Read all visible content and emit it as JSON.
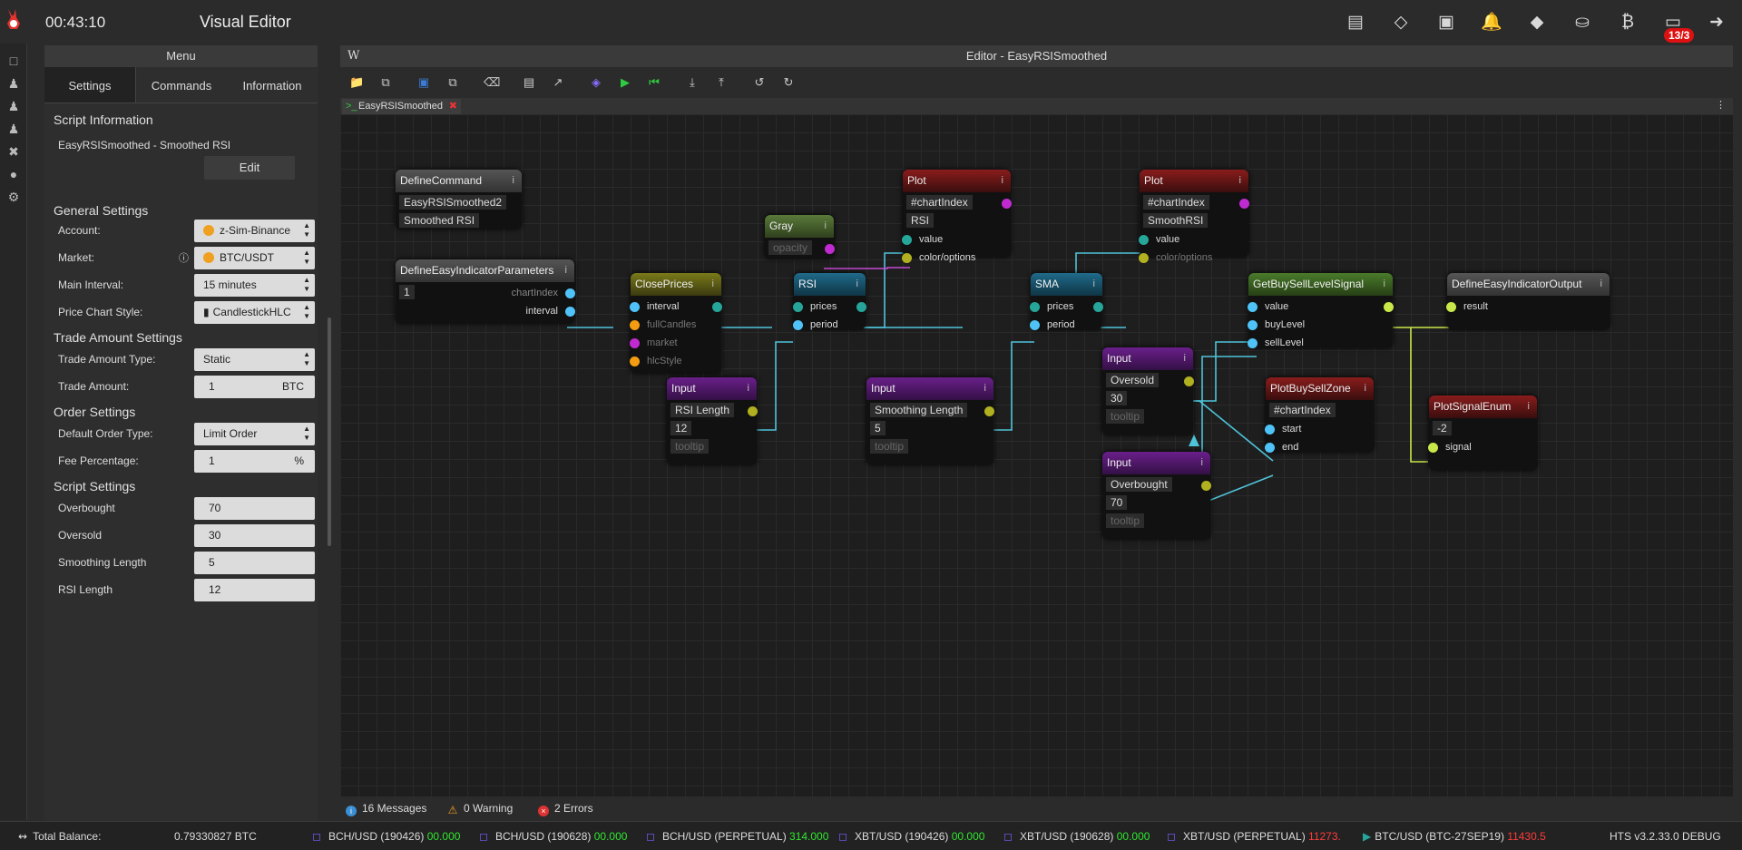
{
  "top": {
    "clock": "00:43:10",
    "title": "Visual Editor",
    "badge": "13/3",
    "icons": [
      "map-icon",
      "ticket-icon",
      "frame-icon",
      "bell-icon",
      "tag-icon",
      "coins-icon",
      "bitcoin-refresh-icon",
      "inbox-icon",
      "logout-icon"
    ]
  },
  "menu": {
    "header": "Menu",
    "tabs": [
      "Settings",
      "Commands",
      "Information"
    ],
    "script_info_title": "Script Information",
    "script_name": "EasyRSISmoothed - Smoothed RSI",
    "edit_label": "Edit",
    "general_title": "General Settings",
    "account_label": "Account:",
    "account_value": "z-Sim-Binance",
    "market_label": "Market:",
    "market_value": "BTC/USDT",
    "interval_label": "Main Interval:",
    "interval_value": "15 minutes",
    "chartstyle_label": "Price Chart Style:",
    "chartstyle_value": "CandlestickHLC",
    "trade_title": "Trade Amount Settings",
    "trade_type_label": "Trade Amount Type:",
    "trade_type_value": "Static",
    "trade_amount_label": "Trade Amount:",
    "trade_amount_value": "1",
    "trade_amount_unit": "BTC",
    "order_title": "Order Settings",
    "order_type_label": "Default Order Type:",
    "order_type_value": "Limit Order",
    "fee_label": "Fee Percentage:",
    "fee_value": "1",
    "fee_unit": "%",
    "script_settings_title": "Script Settings",
    "overbought_label": "Overbought",
    "overbought_value": "70",
    "oversold_label": "Oversold",
    "oversold_value": "30",
    "smoothing_label": "Smoothing Length",
    "smoothing_value": "5",
    "rsi_label": "RSI Length",
    "rsi_value": "12"
  },
  "editor": {
    "w": "W",
    "title": "Editor - EasyRSISmoothed",
    "tab": "EasyRSISmoothed"
  },
  "nodes": {
    "definecommand": {
      "title": "DefineCommand",
      "v1": "EasyRSISmoothed2",
      "v2": "Smoothed RSI"
    },
    "defineeasy": {
      "title": "DefineEasyIndicatorParameters",
      "v1": "1",
      "p1": "chartIndex",
      "p2": "interval"
    },
    "closeprices": {
      "title": "ClosePrices",
      "p1": "interval",
      "p2": "fullCandles",
      "p3": "market",
      "p4": "hlcStyle"
    },
    "gray": {
      "title": "Gray",
      "v1": "opacity"
    },
    "plot1": {
      "title": "Plot",
      "v1": "#chartIndex",
      "v2": "RSI",
      "p1": "value",
      "p2": "color/options"
    },
    "rsi": {
      "title": "RSI",
      "p1": "prices",
      "p2": "period"
    },
    "input_rsi": {
      "title": "Input",
      "v1": "RSI Length",
      "v2": "12",
      "v3": "tooltip"
    },
    "sma": {
      "title": "SMA",
      "p1": "prices",
      "p2": "period"
    },
    "input_smooth": {
      "title": "Input",
      "v1": "Smoothing Length",
      "v2": "5",
      "v3": "tooltip"
    },
    "plot2": {
      "title": "Plot",
      "v1": "#chartIndex",
      "v2": "SmoothRSI",
      "p1": "value",
      "p2": "color/options"
    },
    "gbs": {
      "title": "GetBuySellLevelSignal",
      "p1": "value",
      "p2": "buyLevel",
      "p3": "sellLevel"
    },
    "input_os": {
      "title": "Input",
      "v1": "Oversold",
      "v2": "30",
      "v3": "tooltip"
    },
    "input_ob": {
      "title": "Input",
      "v1": "Overbought",
      "v2": "70",
      "v3": "tooltip"
    },
    "pbsz": {
      "title": "PlotBuySellZone",
      "v1": "#chartIndex",
      "p1": "start",
      "p2": "end"
    },
    "deo": {
      "title": "DefineEasyIndicatorOutput",
      "p1": "result"
    },
    "pse": {
      "title": "PlotSignalEnum",
      "v1": "-2",
      "p1": "signal"
    }
  },
  "status": {
    "messages": "16 Messages",
    "warnings": "0 Warning",
    "errors": "2 Errors"
  },
  "bottom": {
    "balance_label": "Total Balance:",
    "balance_value": "0.79330827 BTC",
    "tickers": [
      {
        "name": "BCH/USD (190426)",
        "value": "00.000"
      },
      {
        "name": "BCH/USD (190628)",
        "value": "00.000"
      },
      {
        "name": "BCH/USD (PERPETUAL)",
        "value": "314.000"
      },
      {
        "name": "XBT/USD (190426)",
        "value": "00.000"
      },
      {
        "name": "XBT/USD (190628)",
        "value": "00.000"
      },
      {
        "name": "XBT/USD (PERPETUAL)",
        "value": "11273."
      },
      {
        "name": "BTC/USD (BTC-27SEP19)",
        "value": "11430.5"
      }
    ],
    "version": "HTS v3.2.33.0 DEBUG"
  },
  "colors": {
    "accent": "#5bc8e8",
    "wire": "#4fc3d9",
    "signal": "#c8e84a"
  }
}
